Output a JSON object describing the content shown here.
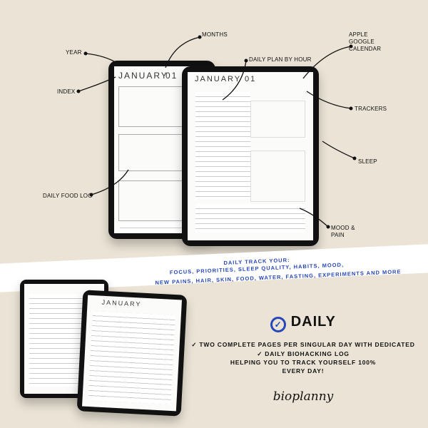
{
  "labels": {
    "year": "YEAR",
    "months": "MONTHS",
    "index": "INDEX",
    "daily_plan": "DAILY PLAN BY HOUR",
    "calendar": [
      "APPLE",
      "GOOGLE",
      "CALENDAR"
    ],
    "trackers": "TRACKERS",
    "sleep": "SLEEP",
    "food_log": "DAILY FOOD LOG",
    "mood": [
      "MOOD &",
      "PAIN"
    ]
  },
  "screens": {
    "title_left": "JANUARY",
    "day": "01",
    "title_right": "JANUARY 01"
  },
  "band": {
    "heading": "DAILY TRACK YOUR:",
    "line1": "FOCUS, PRIORITIES, SLEEP QUALITY, HABITS, MOOD,",
    "line2": "NEW PAINS, HAIR, SKIN, FOOD, WATER, FASTING, EXPERIMENTS AND MORE"
  },
  "promo": {
    "heading": "DAILY",
    "line1": "✓ TWO COMPLETE PAGES PER SINGULAR DAY WITH DEDICATED",
    "line2": "✓ DAILY BIOHACKING LOG",
    "line3a": "HELPING YOU TO TRACK YOURSELF",
    "line3b": "100%",
    "line4": "EVERY DAY!",
    "brand": "bioplanny"
  },
  "colors": {
    "background": "#ebe4d6",
    "accent": "#2747b6"
  }
}
